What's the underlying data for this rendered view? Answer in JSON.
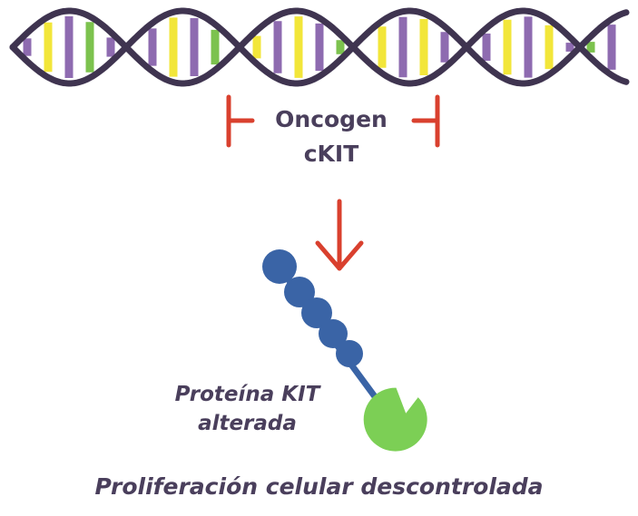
{
  "gene": {
    "line1": "Oncogen",
    "line2": "cKIT"
  },
  "protein": {
    "line1": "Proteína KIT",
    "line2": "alterada"
  },
  "caption": "Proliferación celular descontrolada",
  "colors": {
    "dna_backbone": "#3f3450",
    "base_purple": "#8e6bb0",
    "base_green": "#7cc24e",
    "base_yellow": "#f2e63a",
    "bracket_red": "#d9402e",
    "arrow_red": "#d9402e",
    "protein_blue": "#3a64a6",
    "receptor_green": "#7ccf55",
    "text": "#4a3f5c"
  },
  "icons": {
    "dna": "dna-double-helix-icon",
    "arrow": "down-arrow-icon",
    "protein": "kit-receptor-protein-icon"
  }
}
